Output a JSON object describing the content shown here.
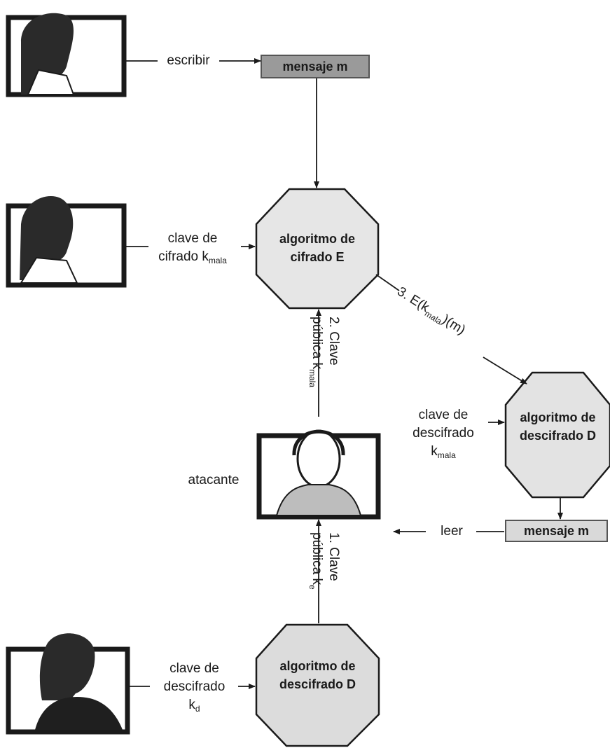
{
  "colors": {
    "ink": "#1a1a1a",
    "box_fill": "#9a9a9a",
    "octagon_fill": "#e6e6e6",
    "box_light": "#d9d9d9"
  },
  "icons": [
    "person-top-icon",
    "person-middle-icon",
    "attacker-icon",
    "person-bottom-icon"
  ],
  "nodes": {
    "msg_top": "mensaje m",
    "enc_line1": "algoritmo de",
    "enc_line2": "cifrado E",
    "dec_right_line1": "algoritmo de",
    "dec_right_line2": "descifrado D",
    "msg_right": "mensaje m",
    "dec_bottom_line1": "algoritmo de",
    "dec_bottom_line2": "descifrado D",
    "attacker_label": "atacante"
  },
  "edges": {
    "write": "escribir",
    "enc_key_line1": "clave de",
    "enc_key_line2": "cifrado k",
    "enc_key_sub": "mala",
    "dec_key_right_line1": "clave de",
    "dec_key_right_line2": "descifrado",
    "dec_key_right_line3": "k",
    "dec_key_right_sub": "mala",
    "read": "leer",
    "dec_key_bottom_line1": "clave de",
    "dec_key_bottom_line2": "descifrado",
    "dec_key_bottom_line3": "k",
    "dec_key_bottom_sub": "d",
    "step2_line1": "2. Clave",
    "step2_line2": "pública k",
    "step2_sub": "mala",
    "step1_line1": "1. Clave",
    "step1_line2": "pública k",
    "step1_sub": "e",
    "step3_main": "3. E(k",
    "step3_sub": "mala",
    "step3_end": ")(m)"
  }
}
